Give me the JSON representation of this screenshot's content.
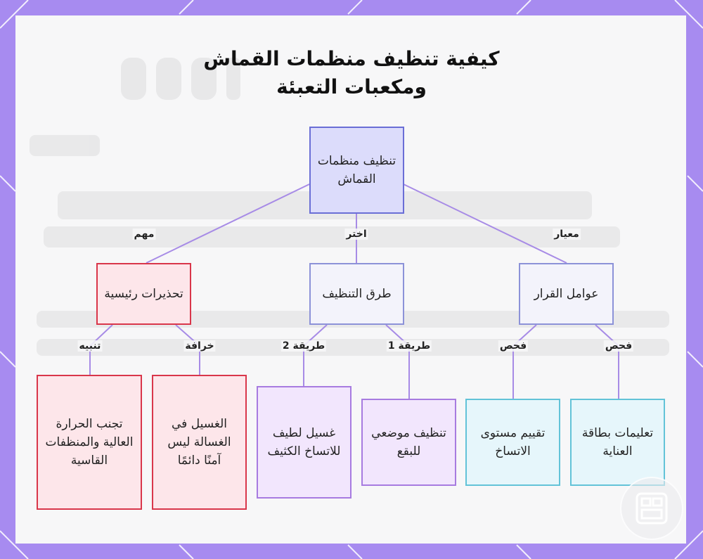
{
  "title": {
    "line1": "كيفية تنظيف منظمات القماش",
    "line2": "ومكعبات التعبئة"
  },
  "nodes": {
    "root": "تنظيف منظمات القماش",
    "warnings": "تحذيرات رئيسية",
    "methods": "طرق التنظيف",
    "factors": "عوامل القرار",
    "avoid_heat": "تجنب الحرارة العالية والمنظفات القاسية",
    "machine_myth": "الغسيل في الغسالة ليس آمنًا دائمًا",
    "gentle_wash": "غسيل لطيف للاتساخ الكثيف",
    "spot_clean": "تنظيف موضعي للبقع",
    "assess_dirt": "تقييم مستوى الاتساخ",
    "care_label": "تعليمات بطاقة العناية"
  },
  "edges": {
    "important": "مهم",
    "choose": "اختر",
    "criterion": "معيار",
    "warning": "تنبيه",
    "myth": "خرافة",
    "method2": "طريقة 2",
    "method1": "طريقة 1",
    "check_a": "فحص",
    "check_b": "فحص"
  },
  "colors": {
    "frame": "#a78bf0",
    "edge": "#a78be6",
    "root_fill": "#dcdcfb",
    "warn_border": "#d9364a",
    "purple_border": "#a77be0",
    "cyan_border": "#62c3d8"
  }
}
